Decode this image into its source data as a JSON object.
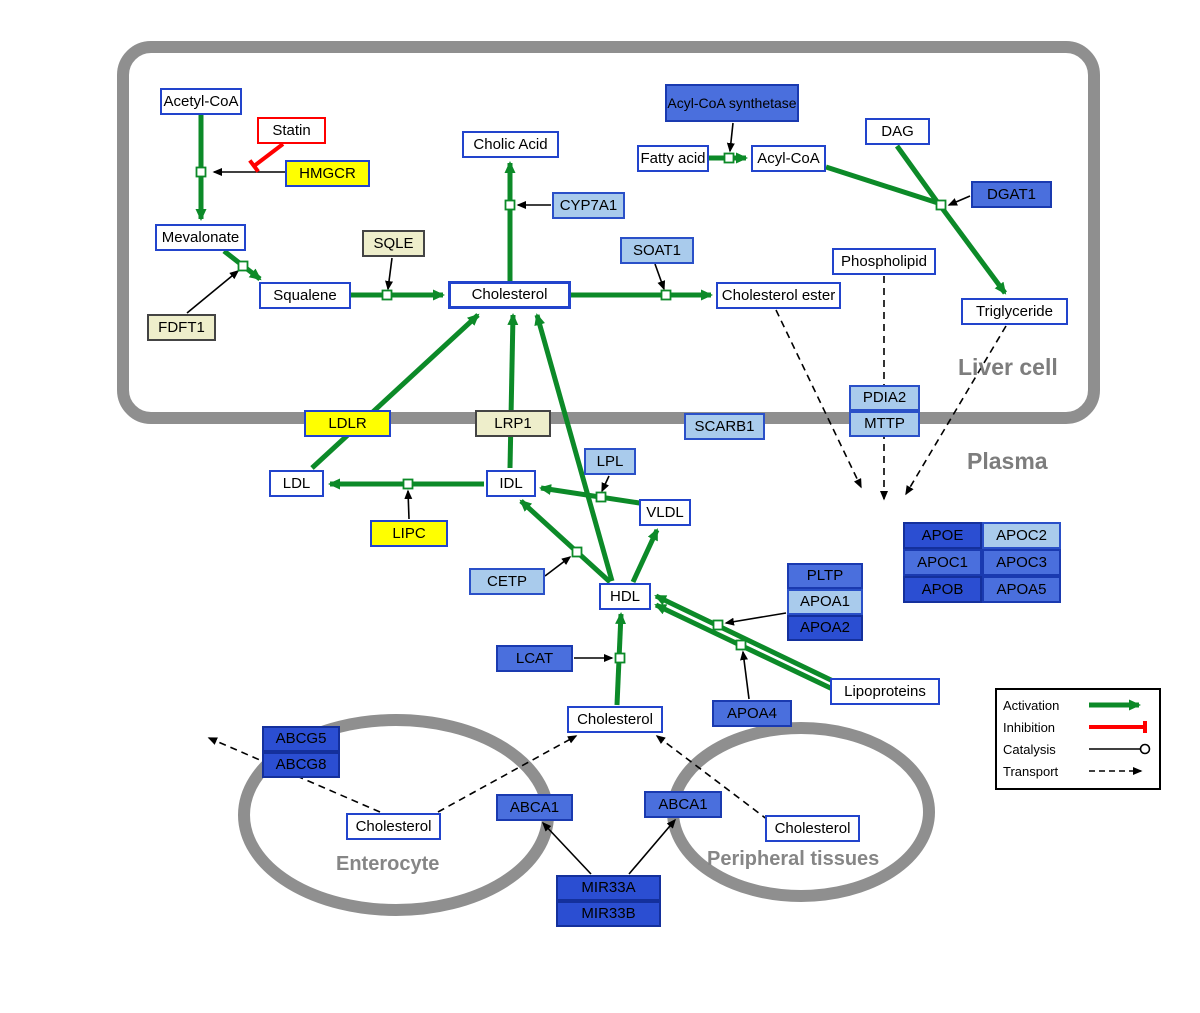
{
  "compartments": {
    "liver": "Liver cell",
    "plasma": "Plasma",
    "enterocyte": "Enterocyte",
    "peripheral": "Peripheral tissues"
  },
  "legend": {
    "activation": "Activation",
    "inhibition": "Inhibition",
    "catalysis": "Catalysis",
    "transport": "Transport"
  },
  "colors": {
    "activation": "#0c8a28",
    "inhibition": "#ff0000",
    "catalysis": "#000000",
    "transport": "#000000",
    "membrane": "#8f8f8f",
    "metabolite_border": "#2244cc",
    "yellow_node": "#ffff00",
    "pale_yellow_node": "#eeeecb",
    "light_blue_node": "#a9cbec",
    "medium_blue_node": "#4a6fdd",
    "dark_blue_node": "#2b4ed2"
  },
  "nodes": {
    "acetyl_coa": {
      "label": "Acetyl-CoA"
    },
    "statin": {
      "label": "Statin"
    },
    "hmgcr": {
      "label": "HMGCR"
    },
    "mevalonate": {
      "label": "Mevalonate"
    },
    "sqle": {
      "label": "SQLE"
    },
    "fdft1": {
      "label": "FDFT1"
    },
    "squalene": {
      "label": "Squalene"
    },
    "cholesterol_liver": {
      "label": "Cholesterol"
    },
    "cholic_acid": {
      "label": "Cholic Acid"
    },
    "cyp7a1": {
      "label": "CYP7A1"
    },
    "soat1": {
      "label": "SOAT1"
    },
    "cholesterol_ester": {
      "label": "Cholesterol ester"
    },
    "acyl_coa_synthetase": {
      "label": "Acyl-CoA synthetase"
    },
    "fatty_acid": {
      "label": "Fatty acid"
    },
    "acyl_coa": {
      "label": "Acyl-CoA"
    },
    "dag": {
      "label": "DAG"
    },
    "dgat1": {
      "label": "DGAT1"
    },
    "phospholipid": {
      "label": "Phospholipid"
    },
    "triglyceride": {
      "label": "Triglyceride"
    },
    "pdia2": {
      "label": "PDIA2"
    },
    "mttp": {
      "label": "MTTP"
    },
    "ldlr": {
      "label": "LDLR"
    },
    "lrp1": {
      "label": "LRP1"
    },
    "scarb1": {
      "label": "SCARB1"
    },
    "ldl": {
      "label": "LDL"
    },
    "idl": {
      "label": "IDL"
    },
    "lpl": {
      "label": "LPL"
    },
    "vldl": {
      "label": "VLDL"
    },
    "lipc": {
      "label": "LIPC"
    },
    "cetp": {
      "label": "CETP"
    },
    "hdl": {
      "label": "HDL"
    },
    "pltp": {
      "label": "PLTP"
    },
    "apoa1": {
      "label": "APOA1"
    },
    "apoa2": {
      "label": "APOA2"
    },
    "lcat": {
      "label": "LCAT"
    },
    "apoa4": {
      "label": "APOA4"
    },
    "lipoproteins": {
      "label": "Lipoproteins"
    },
    "apoe": {
      "label": "APOE"
    },
    "apoc2": {
      "label": "APOC2"
    },
    "apoc1": {
      "label": "APOC1"
    },
    "apoc3": {
      "label": "APOC3"
    },
    "apob": {
      "label": "APOB"
    },
    "apoa5": {
      "label": "APOA5"
    },
    "cholesterol_plasma": {
      "label": "Cholesterol"
    },
    "abcg5": {
      "label": "ABCG5"
    },
    "abcg8": {
      "label": "ABCG8"
    },
    "cholesterol_enterocyte": {
      "label": "Cholesterol"
    },
    "abca1_enterocyte": {
      "label": "ABCA1"
    },
    "abca1_peripheral": {
      "label": "ABCA1"
    },
    "cholesterol_peripheral": {
      "label": "Cholesterol"
    },
    "mir33a": {
      "label": "MIR33A"
    },
    "mir33b": {
      "label": "MIR33B"
    }
  }
}
